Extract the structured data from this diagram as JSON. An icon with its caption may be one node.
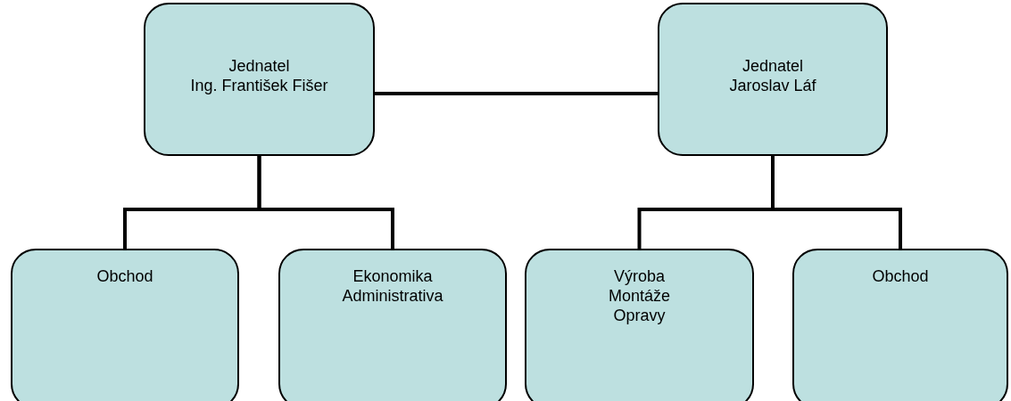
{
  "diagram": {
    "nodes": [
      {
        "text": [
          "Jednatel",
          "Ing. František Fišer"
        ]
      },
      {
        "text": [
          "Jednatel",
          "Jaroslav Láf"
        ]
      },
      {
        "text": [
          "Obchod"
        ]
      },
      {
        "text": [
          "Ekonomika",
          "Administrativa"
        ]
      },
      {
        "text": [
          "Výroba",
          "Montáže",
          "Opravy"
        ]
      },
      {
        "text": [
          "Obchod"
        ]
      }
    ],
    "edges": [
      {
        "from": 0,
        "to": 1,
        "arrow": "none"
      },
      {
        "from": 0,
        "to": 2,
        "arrow": "none"
      },
      {
        "from": 0,
        "to": 3,
        "arrow": "none"
      },
      {
        "from": 1,
        "to": 4,
        "arrow": "none"
      },
      {
        "from": 1,
        "to": 5,
        "arrow": "none"
      }
    ]
  }
}
